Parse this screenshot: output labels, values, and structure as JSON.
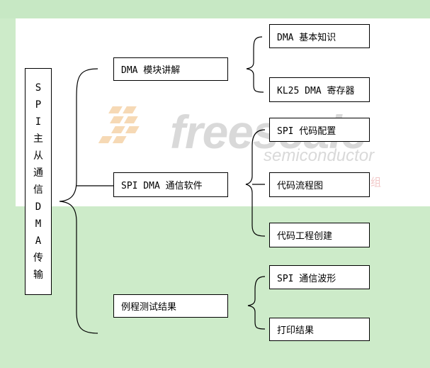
{
  "root": {
    "label": "SPI主从通信DMA传输",
    "chars": [
      "S",
      "P",
      "I",
      "主",
      "从",
      "通",
      "信",
      "D",
      "M",
      "A",
      "传",
      "输"
    ]
  },
  "branches": [
    {
      "label": "DMA 模块讲解",
      "children": [
        "DMA 基本知识",
        "KL25 DMA 寄存器"
      ]
    },
    {
      "label": "SPI DMA 通信软件",
      "children": [
        "SPI 代码配置",
        "代码流程图",
        "代码工程创建"
      ]
    },
    {
      "label": "例程测试结果",
      "children": [
        "SPI 通信波形",
        "打印结果"
      ]
    }
  ],
  "watermark": {
    "brand": "freescale",
    "sub": "semiconductor",
    "cn": "小组",
    "colors": {
      "brand": "#d9d9d9",
      "squares": "#f6d9b5",
      "cn": "#f2c9c9"
    }
  },
  "colors": {
    "background_green": "#cdebc9",
    "panel_white": "#ffffff",
    "line": "#000000"
  }
}
